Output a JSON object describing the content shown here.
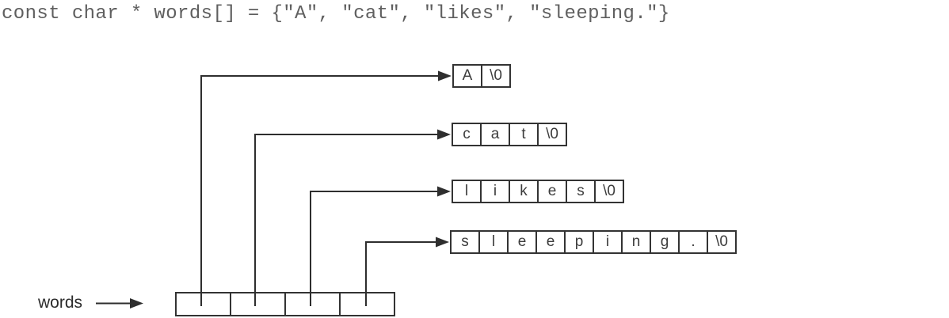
{
  "code_line": "const char * words[] = {\"A\", \"cat\", \"likes\", \"sleeping.\"}",
  "label": {
    "text": "words"
  },
  "array": {
    "name": "words",
    "cell_count": 4
  },
  "strings": [
    {
      "value": "A",
      "chars": [
        "A",
        "\\0"
      ]
    },
    {
      "value": "cat",
      "chars": [
        "c",
        "a",
        "t",
        "\\0"
      ]
    },
    {
      "value": "likes",
      "chars": [
        "l",
        "i",
        "k",
        "e",
        "s",
        "\\0"
      ]
    },
    {
      "value": "sleeping.",
      "chars": [
        "s",
        "l",
        "e",
        "e",
        "p",
        "i",
        "n",
        "g",
        ".",
        "\\0"
      ]
    }
  ],
  "pointers": [
    {
      "from": "words[0]",
      "to": "A"
    },
    {
      "from": "words[1]",
      "to": "cat"
    },
    {
      "from": "words[2]",
      "to": "likes"
    },
    {
      "from": "words[3]",
      "to": "sleeping."
    }
  ],
  "colors": {
    "background": "#ffffff",
    "line": "#2e2e2e",
    "border": "#333333",
    "code_text": "#5f5f5f",
    "cell_text": "#3c3c3c",
    "label_text": "#2b2b2b"
  }
}
